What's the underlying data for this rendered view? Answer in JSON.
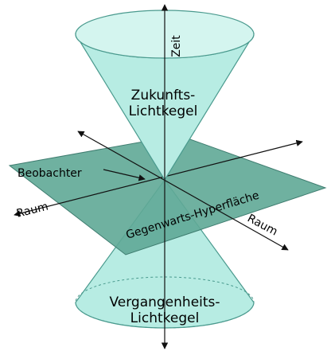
{
  "labels": {
    "time_axis": "Zeit",
    "future_cone_line1": "Zukunfts-",
    "future_cone_line2": "Lichtkegel",
    "past_cone_line1": "Vergangenheits-",
    "past_cone_line2": "Lichtkegel",
    "observer": "Beobachter",
    "space_left": "Raum",
    "space_right": "Raum",
    "hypersurface": "Gegenwarts-Hyperfläche"
  },
  "colors": {
    "cone_fill": "#b7ece3",
    "cone_edge": "#4a9a8e",
    "plane_fill": "#5fa896",
    "plane_edge": "#3f7d70",
    "axis": "#111111",
    "background": "#ffffff"
  }
}
